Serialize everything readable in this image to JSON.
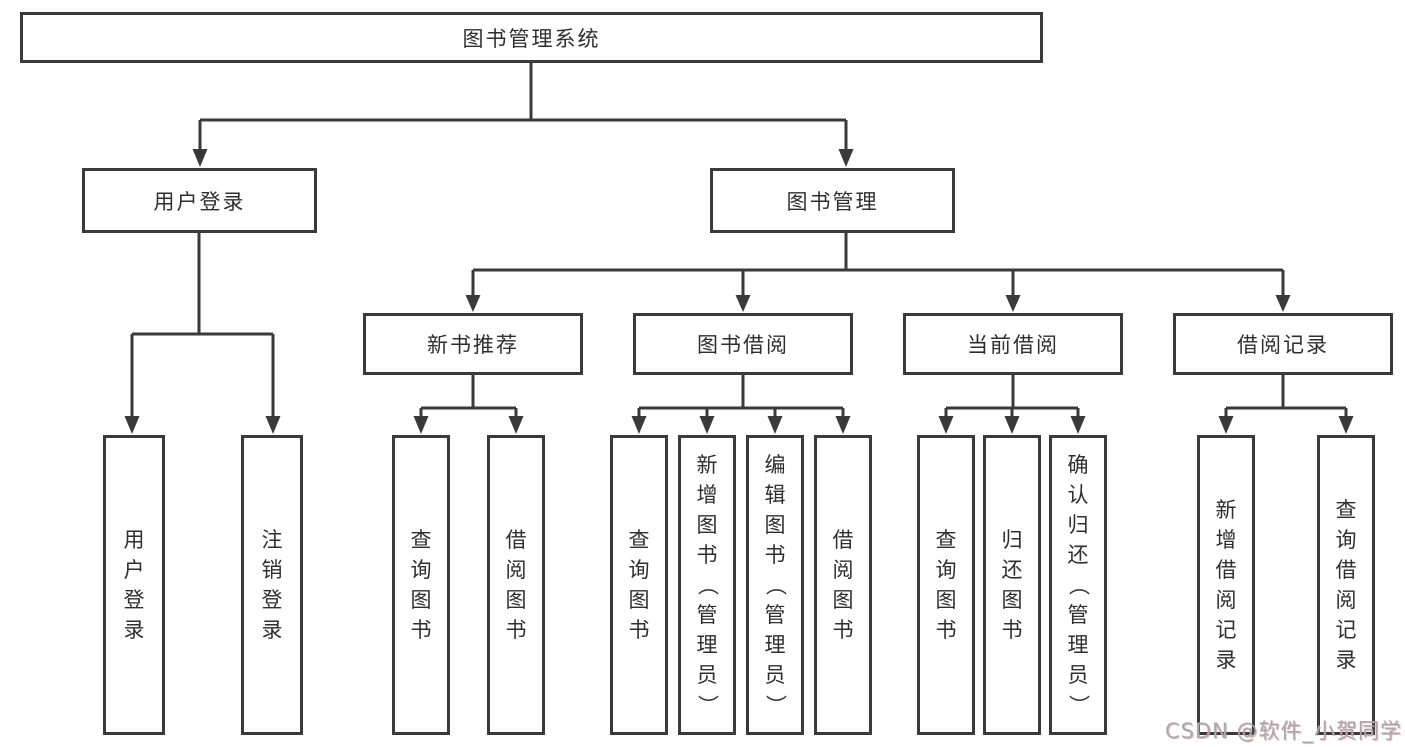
{
  "tree": {
    "root": {
      "label": "图书管理系统"
    },
    "level2": [
      {
        "label": "用户登录"
      },
      {
        "label": "图书管理"
      }
    ],
    "level3": [
      {
        "label": "新书推荐"
      },
      {
        "label": "图书借阅"
      },
      {
        "label": "当前借阅"
      },
      {
        "label": "借阅记录"
      }
    ],
    "leaves": {
      "user_login": [
        {
          "label": "用户登录"
        },
        {
          "label": "注销登录"
        }
      ],
      "new_book_recommend": [
        {
          "label": "查询图书"
        },
        {
          "label": "借阅图书"
        }
      ],
      "book_borrowing": [
        {
          "label": "查询图书"
        },
        {
          "label": "新增图书（管理员）"
        },
        {
          "label": "编辑图书（管理员）"
        },
        {
          "label": "借阅图书"
        }
      ],
      "current_borrowing": [
        {
          "label": "查询图书"
        },
        {
          "label": "归还图书"
        },
        {
          "label": "确认归还（管理员）"
        }
      ],
      "borrow_records": [
        {
          "label": "新增借阅记录"
        },
        {
          "label": "查询借阅记录"
        }
      ]
    }
  },
  "watermark": {
    "text": "CSDN @软件_小贺同学",
    "color": "#a9a9b2"
  },
  "colors": {
    "line": "#3a3a3a",
    "text": "#2f2f2f",
    "background": "#ffffff"
  }
}
